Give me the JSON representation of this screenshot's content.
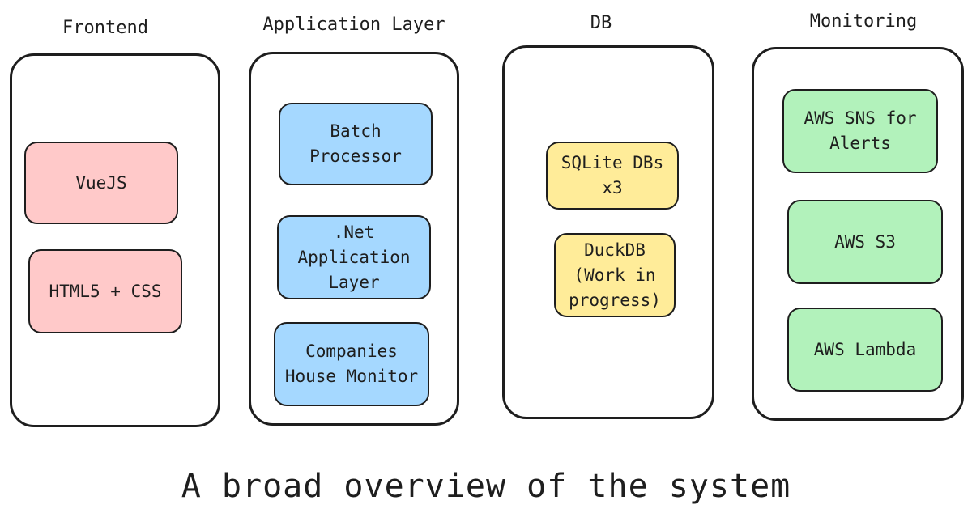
{
  "columns": [
    {
      "title": "Frontend",
      "nodes": [
        {
          "label": "VueJS"
        },
        {
          "label": "HTML5 + CSS"
        }
      ]
    },
    {
      "title": "Application Layer",
      "nodes": [
        {
          "label": "Batch Processor"
        },
        {
          "label": ".Net Application Layer"
        },
        {
          "label": "Companies House Monitor"
        }
      ]
    },
    {
      "title": "DB",
      "nodes": [
        {
          "label": "SQLite DBs x3"
        },
        {
          "label": "DuckDB (Work in progress)"
        }
      ]
    },
    {
      "title": "Monitoring",
      "nodes": [
        {
          "label": "AWS SNS for Alerts"
        },
        {
          "label": "AWS S3"
        },
        {
          "label": "AWS Lambda"
        }
      ]
    }
  ],
  "caption": "A broad overview of the system",
  "colors": {
    "frontend_fill": "#ffc9c9",
    "application_fill": "#a5d8ff",
    "db_fill": "#ffec99",
    "monitoring_fill": "#b2f2bb",
    "stroke": "#1e1e1e"
  }
}
